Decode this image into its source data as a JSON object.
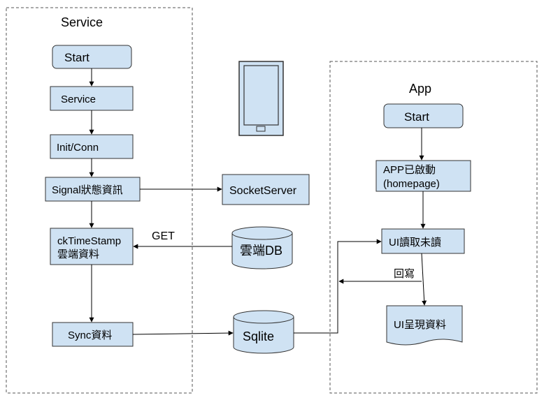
{
  "groups": {
    "service": {
      "title": "Service"
    },
    "app": {
      "title": "App"
    }
  },
  "nodes": {
    "svc_start": "Start",
    "service": "Service",
    "init_conn": "Init/Conn",
    "signal": "Signal狀態資訊",
    "socket_server": "SocketServer",
    "check_timestamp": [
      "ckTimeStamp",
      "雲端資料"
    ],
    "cloud_db": "雲端DB",
    "sync": "Sync資料",
    "sqlite": "Sqlite",
    "app_start": "Start",
    "app_started": [
      "APP已啟動",
      "(homepage)"
    ],
    "ui_read": "UI讀取未讀",
    "ui_show": "UI呈現資料"
  },
  "edge_labels": {
    "get": "GET",
    "write_back": "回寫"
  },
  "colors": {
    "node_fill": "#cfe2f3",
    "node_stroke": "#333333",
    "group_stroke": "#555555"
  }
}
